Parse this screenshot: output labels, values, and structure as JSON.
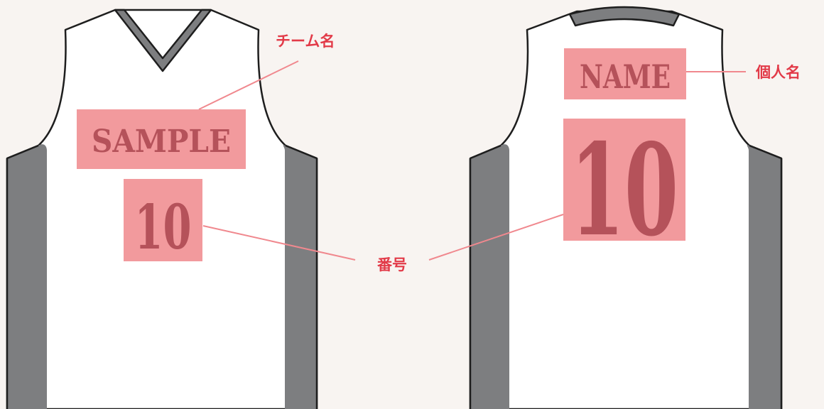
{
  "front": {
    "team_name": "SAMPLE",
    "number": "10"
  },
  "back": {
    "player_name": "NAME",
    "number": "10"
  },
  "callouts": {
    "team_name_label": "チーム名",
    "number_label": "番号",
    "player_name_label": "個人名"
  },
  "colors": {
    "background": "#f8f4f1",
    "jersey_body": "#ffffff",
    "jersey_trim": "#7d7e80",
    "print_area": "#f29a9d",
    "print_text": "#b5525a",
    "callout_text": "#e23a48",
    "callout_line": "#f0888e"
  }
}
